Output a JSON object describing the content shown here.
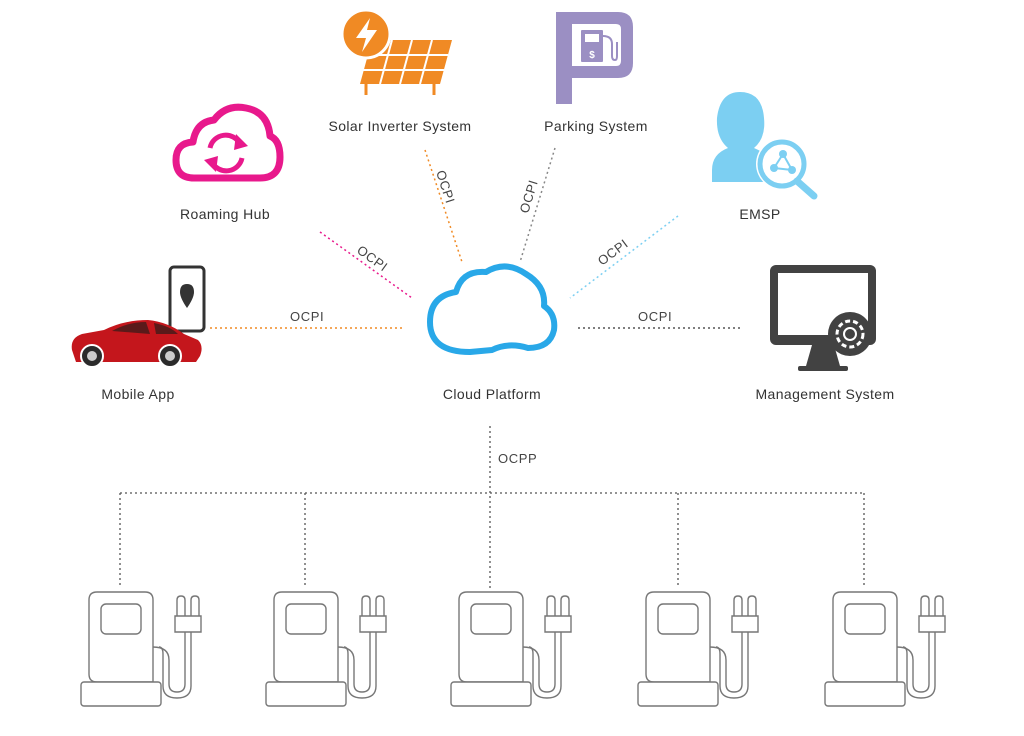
{
  "colors": {
    "roaming": "#e8198c",
    "solar": "#f08a24",
    "parking": "#9b8fc3",
    "emsp": "#7ccff2",
    "cloud": "#29a8e8",
    "car": "#c4161c",
    "dark": "#424242",
    "dotted": "#555555",
    "charger_stroke": "#777777"
  },
  "nodes": {
    "solar": {
      "label": "Solar Inverter System",
      "icon": "solar-panel-icon"
    },
    "parking": {
      "label": "Parking System",
      "icon": "parking-fuel-icon"
    },
    "roaming": {
      "label": "Roaming Hub",
      "icon": "cloud-sync-icon"
    },
    "emsp": {
      "label": "EMSP",
      "icon": "user-search-icon"
    },
    "mobile": {
      "label": "Mobile App",
      "icon": "car-phone-icon"
    },
    "cloud": {
      "label": "Cloud Platform",
      "icon": "cloud-icon"
    },
    "management": {
      "label": "Management System",
      "icon": "monitor-gear-icon"
    }
  },
  "protocols": {
    "roaming_link": "OCPI",
    "solar_link": "OCPI",
    "parking_link": "OCPI",
    "emsp_link": "OCPI",
    "mobile_link": "OCPI",
    "management_link": "OCPI",
    "charger_link": "OCPP"
  },
  "chargers": [
    {
      "icon": "ev-charger-icon"
    },
    {
      "icon": "ev-charger-icon"
    },
    {
      "icon": "ev-charger-icon"
    },
    {
      "icon": "ev-charger-icon"
    },
    {
      "icon": "ev-charger-icon"
    }
  ]
}
